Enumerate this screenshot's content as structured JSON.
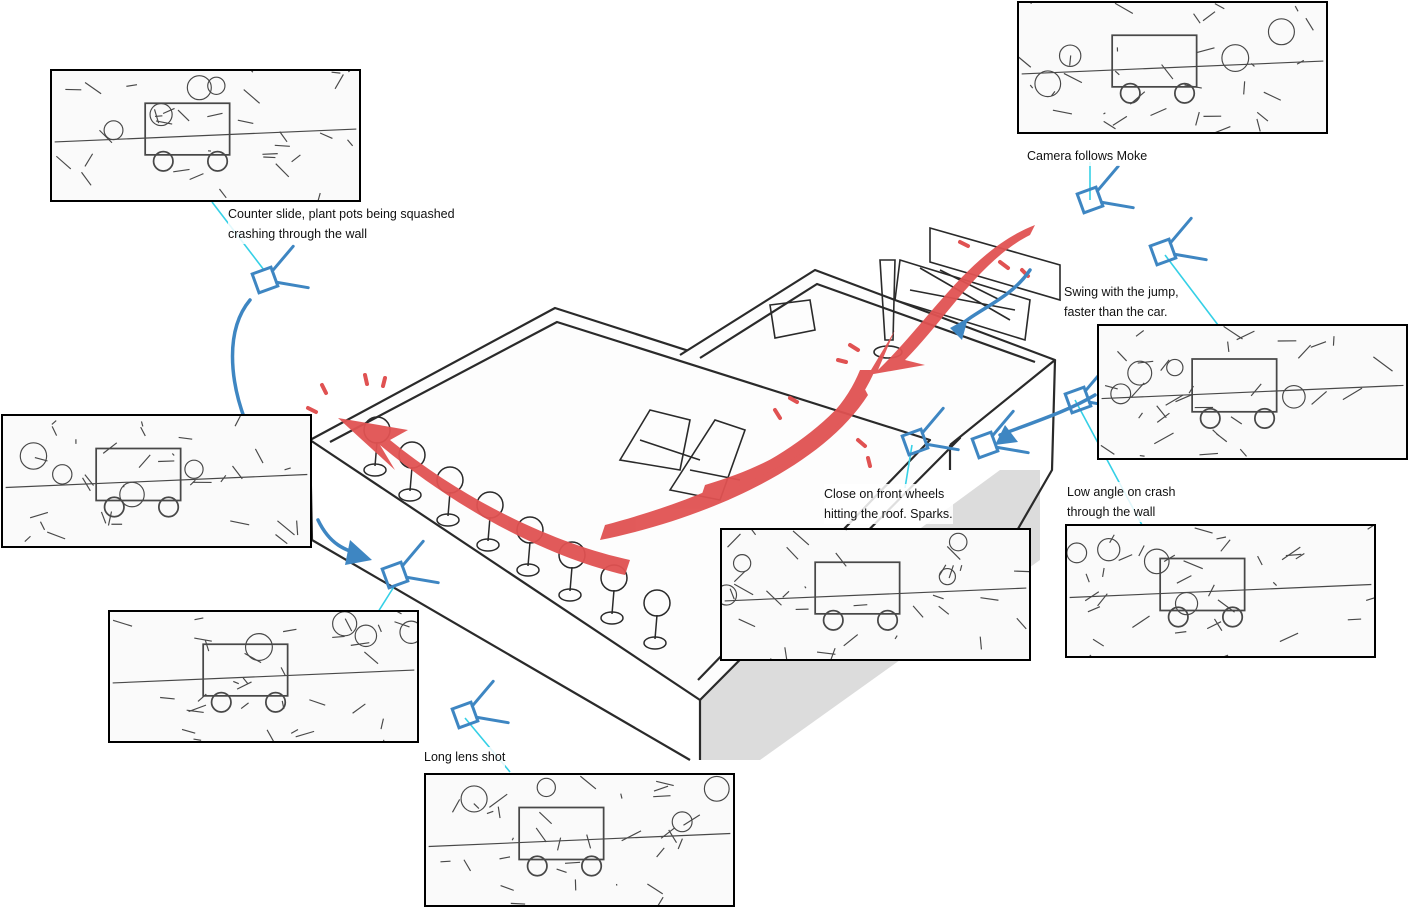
{
  "captions": {
    "counter_slide": [
      "Counter slide, plant pots being squashed",
      "crashing through the wall"
    ],
    "camera_follows": "Camera follows Moke",
    "swing_jump": [
      "Swing with the jump,",
      "faster than the car."
    ],
    "front_wheels": [
      "Close on front wheels",
      "hitting the roof. Sparks."
    ],
    "low_angle": [
      "Low angle on crash",
      "through the wall"
    ],
    "long_lens": "Long lens shot"
  },
  "colors": {
    "camera_blue": "#3e86c2",
    "path_red": "#e05252",
    "leader_cyan": "#35d0e6",
    "sketch_ink": "#2a2a2a"
  },
  "icons": [
    "camera-icon",
    "motion-arrow-icon",
    "spark-icon"
  ]
}
